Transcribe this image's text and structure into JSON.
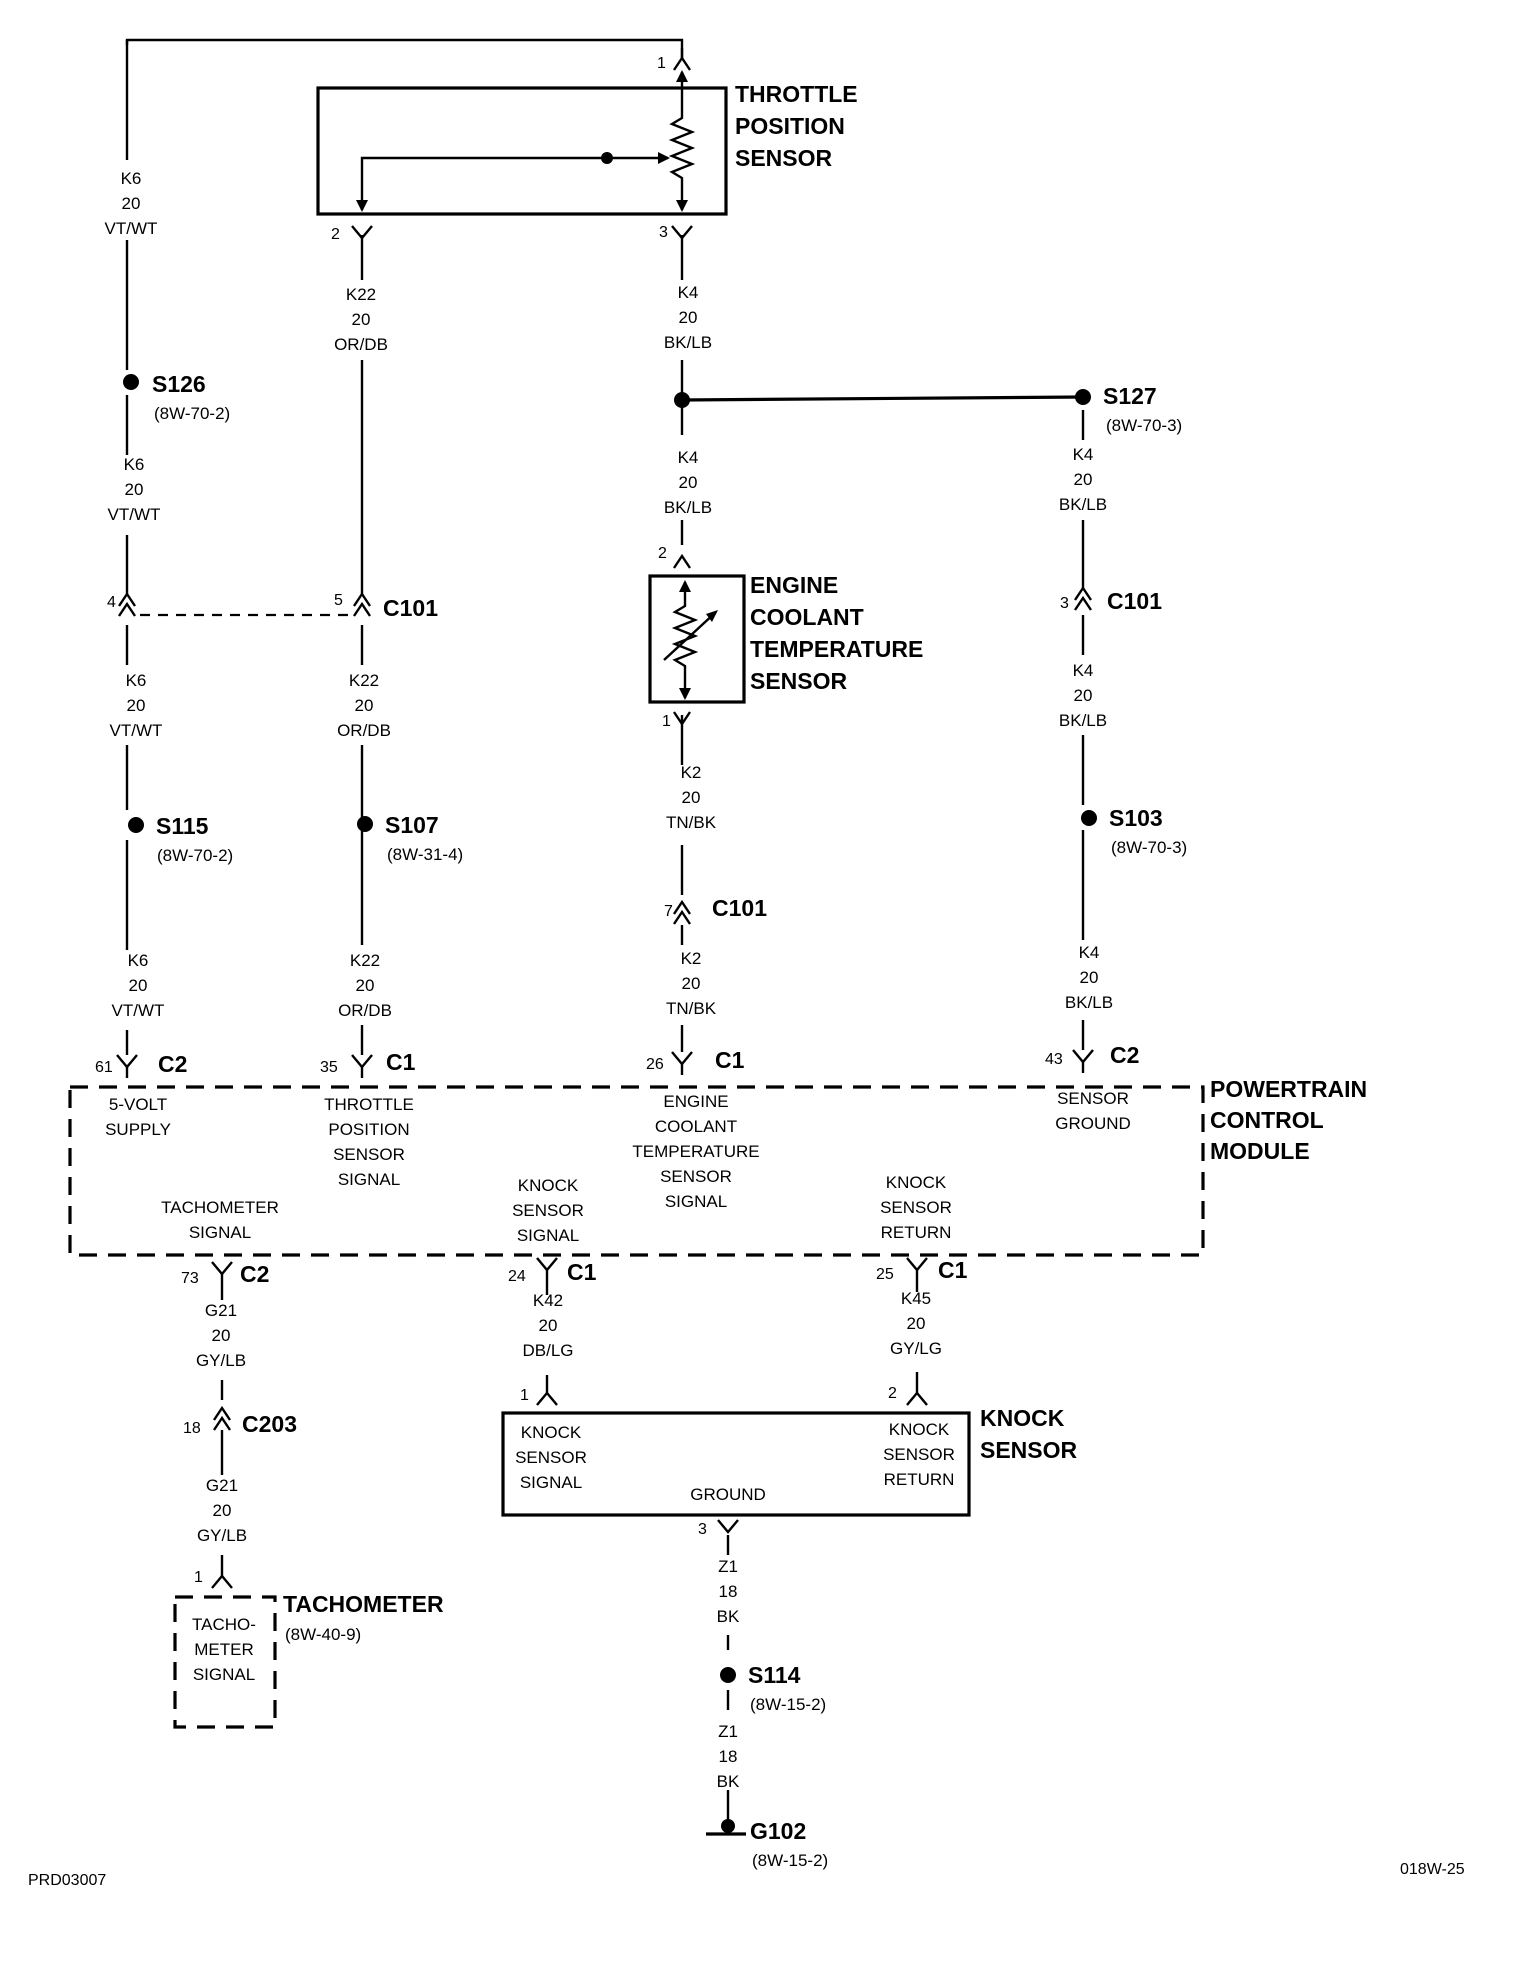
{
  "components": {
    "throttle_position_sensor": "THROTTLE\nPOSITION\nSENSOR",
    "engine_coolant_temperature_sensor": "ENGINE\nCOOLANT\nTEMPERATURE\nSENSOR",
    "powertrain_control_module": "POWERTRAIN\nCONTROL\nMODULE",
    "knock_sensor": "KNOCK\nSENSOR",
    "tachometer": "TACHOMETER",
    "tachometer_ref": "(8W-40-9)"
  },
  "pcm_circuits": {
    "five_volt_supply": "5-VOLT\nSUPPLY",
    "throttle_position_sensor_signal": "THROTTLE\nPOSITION\nSENSOR\nSIGNAL",
    "engine_coolant_temperature_sensor_signal": "ENGINE\nCOOLANT\nTEMPERATURE\nSENSOR\nSIGNAL",
    "sensor_ground": "SENSOR\nGROUND",
    "tachometer_signal": "TACHOMETER\nSIGNAL",
    "knock_sensor_signal": "KNOCK\nSENSOR\nSIGNAL",
    "knock_sensor_return": "KNOCK\nSENSOR\nRETURN"
  },
  "knock_sensor_circuits": {
    "signal": "KNOCK\nSENSOR\nSIGNAL",
    "return": "KNOCK\nSENSOR\nRETURN",
    "ground": "GROUND"
  },
  "tachometer_circuit": "TACHO-\nMETER\nSIGNAL",
  "splices": {
    "s126": {
      "name": "S126",
      "ref": "(8W-70-2)"
    },
    "s127": {
      "name": "S127",
      "ref": "(8W-70-3)"
    },
    "s115": {
      "name": "S115",
      "ref": "(8W-70-2)"
    },
    "s107": {
      "name": "S107",
      "ref": "(8W-31-4)"
    },
    "s103": {
      "name": "S103",
      "ref": "(8W-70-3)"
    },
    "s114": {
      "name": "S114",
      "ref": "(8W-15-2)"
    }
  },
  "ground": {
    "name": "G102",
    "ref": "(8W-15-2)"
  },
  "connectors": {
    "c101_a": "C101",
    "c101_b": "C101",
    "c101_c": "C101",
    "c2_61": "C2",
    "c1_35": "C1",
    "c1_26": "C1",
    "c2_43": "C2",
    "c2_73": "C2",
    "c1_24": "C1",
    "c1_25": "C1",
    "c203": "C203"
  },
  "pins": {
    "tps_1": "1",
    "tps_2": "2",
    "tps_3": "3",
    "c101_4": "4",
    "c101_5": "5",
    "c101_3": "3",
    "c101_7": "7",
    "ects_2": "2",
    "ects_1": "1",
    "pcm_61": "61",
    "pcm_35": "35",
    "pcm_26": "26",
    "pcm_43": "43",
    "pcm_73": "73",
    "pcm_24": "24",
    "pcm_25": "25",
    "c203_18": "18",
    "tach_1": "1",
    "ks_1": "1",
    "ks_2": "2",
    "ks_3": "3"
  },
  "wires": {
    "k6_top": "K6\n20\nVT/WT",
    "k6_mid": "K6\n20\nVT/WT",
    "k6_low": "K6\n20\nVT/WT",
    "k6_pcm": "K6\n20\nVT/WT",
    "k22_top": "K22\n20\nOR/DB",
    "k22_low": "K22\n20\nOR/DB",
    "k22_pcm": "K22\n20\nOR/DB",
    "k4_top": "K4\n20\nBK/LB",
    "k4_mid": "K4\n20\nBK/LB",
    "k4_right_top": "K4\n20\nBK/LB",
    "k4_right_mid": "K4\n20\nBK/LB",
    "k4_right_pcm": "K4\n20\nBK/LB",
    "k2_top": "K2\n20\nTN/BK",
    "k2_pcm": "K2\n20\nTN/BK",
    "g21_top": "G21\n20\nGY/LB",
    "g21_low": "G21\n20\nGY/LB",
    "k42": "K42\n20\nDB/LG",
    "k45": "K45\n20\nGY/LG",
    "z1_top": "Z1\n18\nBK",
    "z1_low": "Z1\n18\nBK"
  },
  "footer": {
    "left": "PRD03007",
    "right": "018W-25"
  }
}
